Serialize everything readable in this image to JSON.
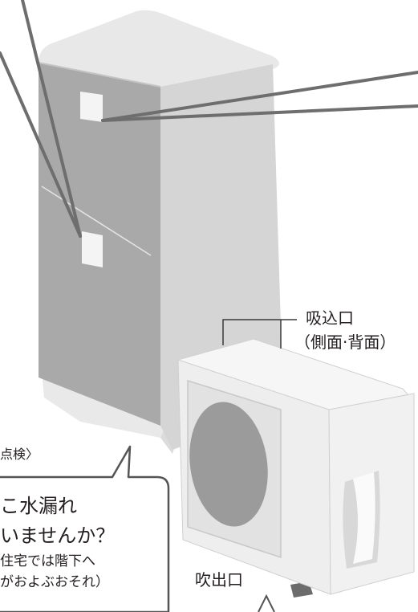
{
  "labels": {
    "inlet": [
      "吸込口",
      "（側面·背面）"
    ],
    "outlet": "吹出口"
  },
  "bubble": {
    "header": "点検〉",
    "line1": "こ水漏れ",
    "line2": "いませんか？",
    "line3": "住宅では階下へ",
    "line4": "がおよぶおそれ）"
  },
  "colors": {
    "tank_front": "#a8a8a8",
    "tank_side": "#d6d6d6",
    "tank_top": "#e6e6e6",
    "unit_body": "#efefef",
    "fan": "#999999",
    "leader": "#6e6e6e",
    "text": "#231f20"
  }
}
